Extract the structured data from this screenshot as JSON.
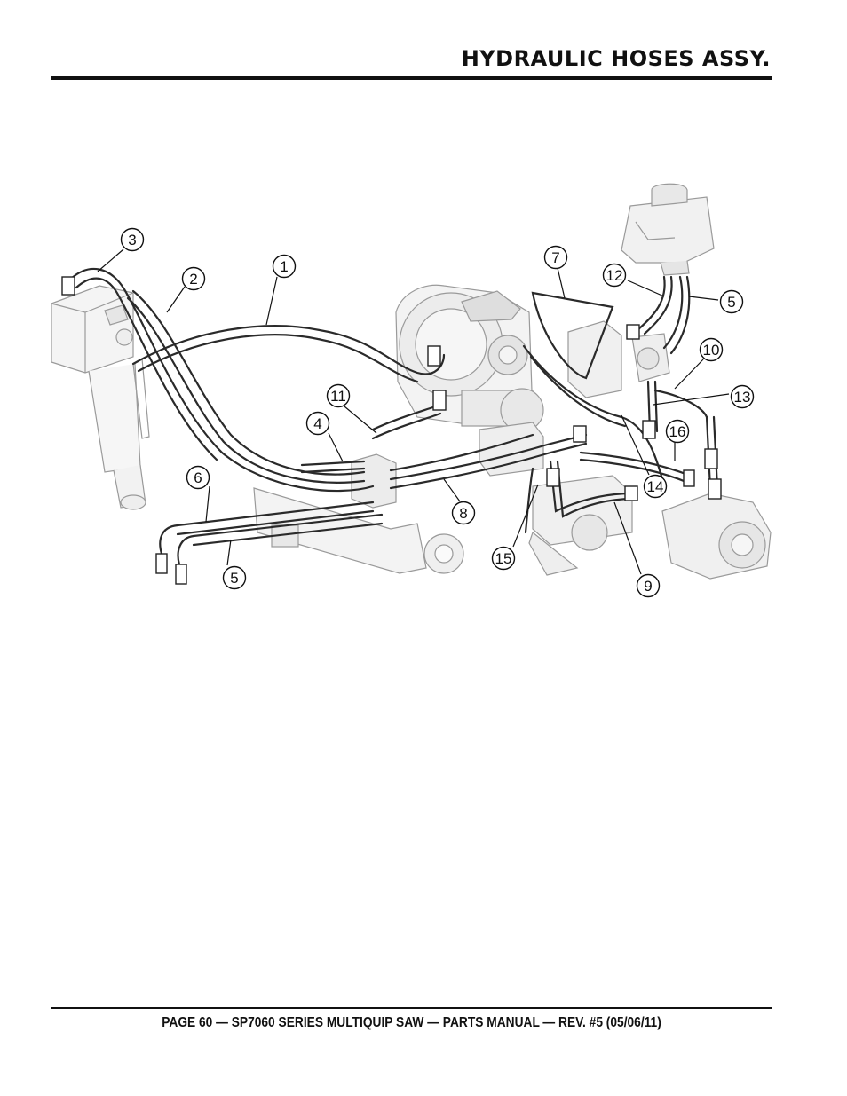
{
  "header": {
    "title": "HYDRAULIC HOSES ASSY."
  },
  "footer": {
    "text": "PAGE 60 — SP7060 SERIES MULTIQUIP SAW — PARTS MANUAL — REV. #5 (05/06/11)"
  },
  "diagram": {
    "callouts": [
      {
        "id": "c3",
        "label": "3"
      },
      {
        "id": "c2",
        "label": "2"
      },
      {
        "id": "c1",
        "label": "1"
      },
      {
        "id": "c7",
        "label": "7"
      },
      {
        "id": "c12",
        "label": "12"
      },
      {
        "id": "c5a",
        "label": "5"
      },
      {
        "id": "c10",
        "label": "10"
      },
      {
        "id": "c13",
        "label": "13"
      },
      {
        "id": "c11",
        "label": "11"
      },
      {
        "id": "c4",
        "label": "4"
      },
      {
        "id": "c16",
        "label": "16"
      },
      {
        "id": "c6",
        "label": "6"
      },
      {
        "id": "c14",
        "label": "14"
      },
      {
        "id": "c8",
        "label": "8"
      },
      {
        "id": "c15",
        "label": "15"
      },
      {
        "id": "c5b",
        "label": "5"
      },
      {
        "id": "c9",
        "label": "9"
      }
    ]
  }
}
